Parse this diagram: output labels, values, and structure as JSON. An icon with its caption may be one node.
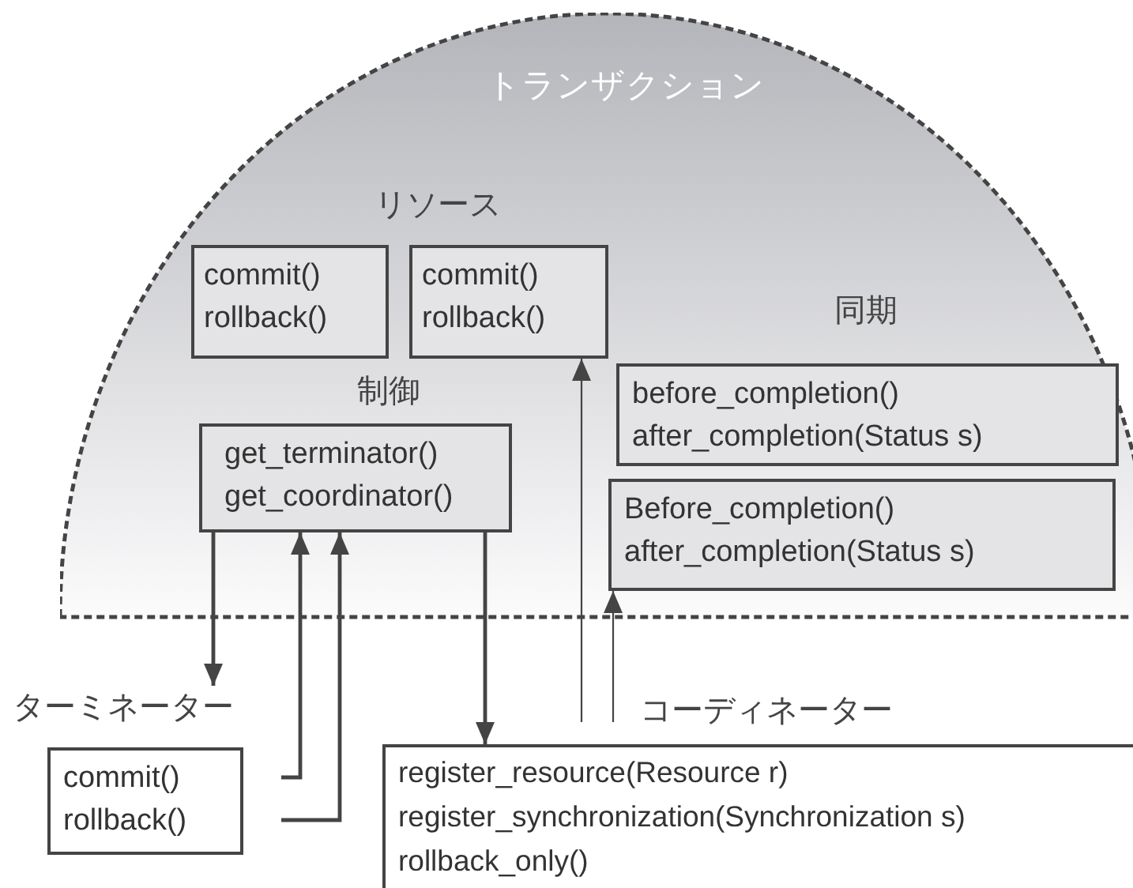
{
  "diagram": {
    "nodes": [
      {
        "text": [
          "トランザクション"
        ]
      },
      {
        "text": [
          "commit() rollback()"
        ],
        "in": 0
      },
      {
        "text": [
          "commit() rollback()"
        ],
        "in": 0
      },
      {
        "text": [
          "制御",
          "get_terminator() get_coordinator()"
        ],
        "in": 0
      },
      {
        "text": [
          "before_completion() after_completion(Status s)"
        ],
        "in": 0
      },
      {
        "text": [
          "Before_completion() after_completion(Status s)"
        ],
        "in": 0
      },
      {
        "text": [
          "ターミネーター",
          "commit() rollback()"
        ]
      },
      {
        "text": [
          "コーディネーター",
          "register_resource(Resource r) register_synchronization(Synchronization s) rollback_only()"
        ]
      }
    ],
    "edges": [
      {
        "from": 3,
        "to": 6,
        "arrow": "to"
      },
      {
        "from": 6,
        "to": 3,
        "arrow": "to"
      },
      {
        "from": 6,
        "to": 3,
        "arrow": "to"
      },
      {
        "from": 3,
        "to": 7,
        "arrow": "to"
      },
      {
        "from": 7,
        "to": 2,
        "arrow": "to"
      },
      {
        "from": 7,
        "to": 5,
        "arrow": "to"
      }
    ],
    "labels": [
      "リソース",
      "同期"
    ]
  }
}
